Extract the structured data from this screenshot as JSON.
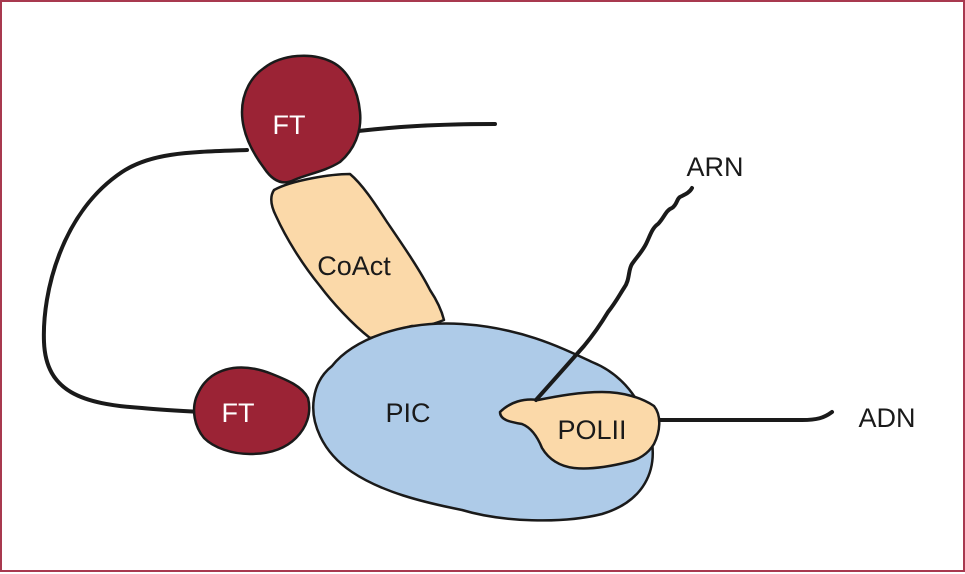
{
  "labels": {
    "ft_top": "FT",
    "ft_bottom": "FT",
    "coact": "CoAct",
    "pic": "PIC",
    "polii": "POLII",
    "arn": "ARN",
    "adn": "ADN"
  },
  "colors": {
    "border": "#a8394f",
    "ft_fill": "#9b2335",
    "coact_fill": "#fbd9a9",
    "pic_fill": "#aecbe8",
    "polii_fill": "#fbd9a9",
    "line": "#1a1a1a"
  }
}
